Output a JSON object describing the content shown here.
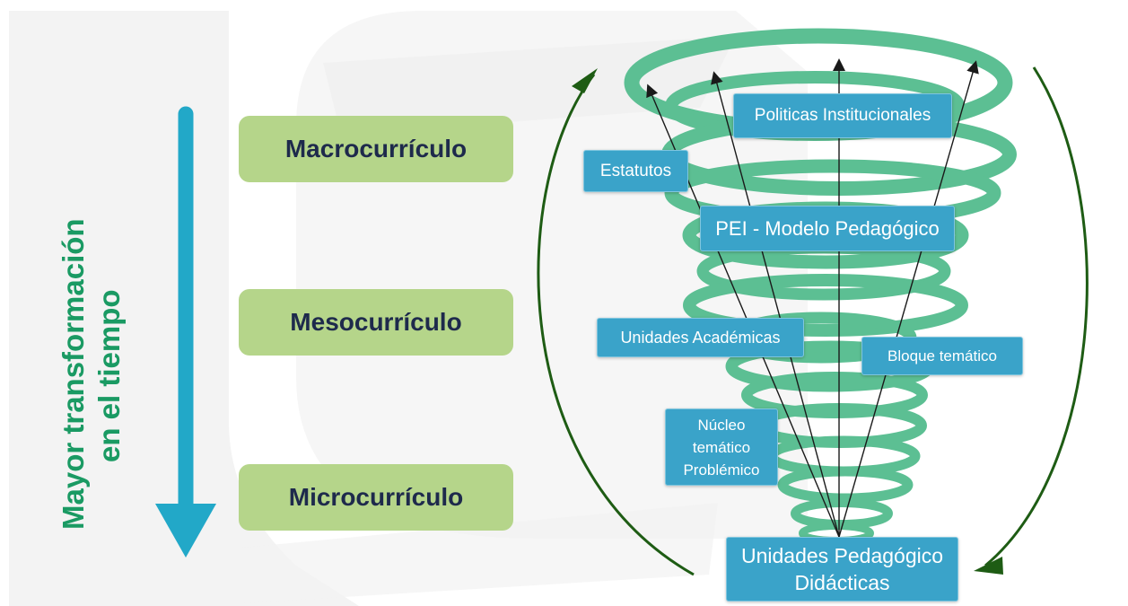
{
  "side_title": {
    "line1": "Mayor transformación",
    "line2": "en el tiempo"
  },
  "levels": {
    "macro": "Macrocurrículo",
    "meso": "Mesocurrículo",
    "micro": "Microcurrículo"
  },
  "nodes": {
    "politicas": "Politicas Institucionales",
    "estatutos": "Estatutos",
    "pei": "PEI - Modelo Pedagógico",
    "unidades_academicas": "Unidades Académicas",
    "bloque": "Bloque temático",
    "nucleo_line1": "Núcleo",
    "nucleo_line2": "temático",
    "nucleo_line3": "Problémico",
    "upd_line1": "Unidades Pedagógico",
    "upd_line2": "Didácticas"
  },
  "colors": {
    "down_arrow": "#22a8c8",
    "level_box": "#b5d58a",
    "node": "#3aa3c9",
    "spiral": "#5cbf93",
    "cycle_arrows": "#1e5c14",
    "title_text": "#1a9a63"
  }
}
